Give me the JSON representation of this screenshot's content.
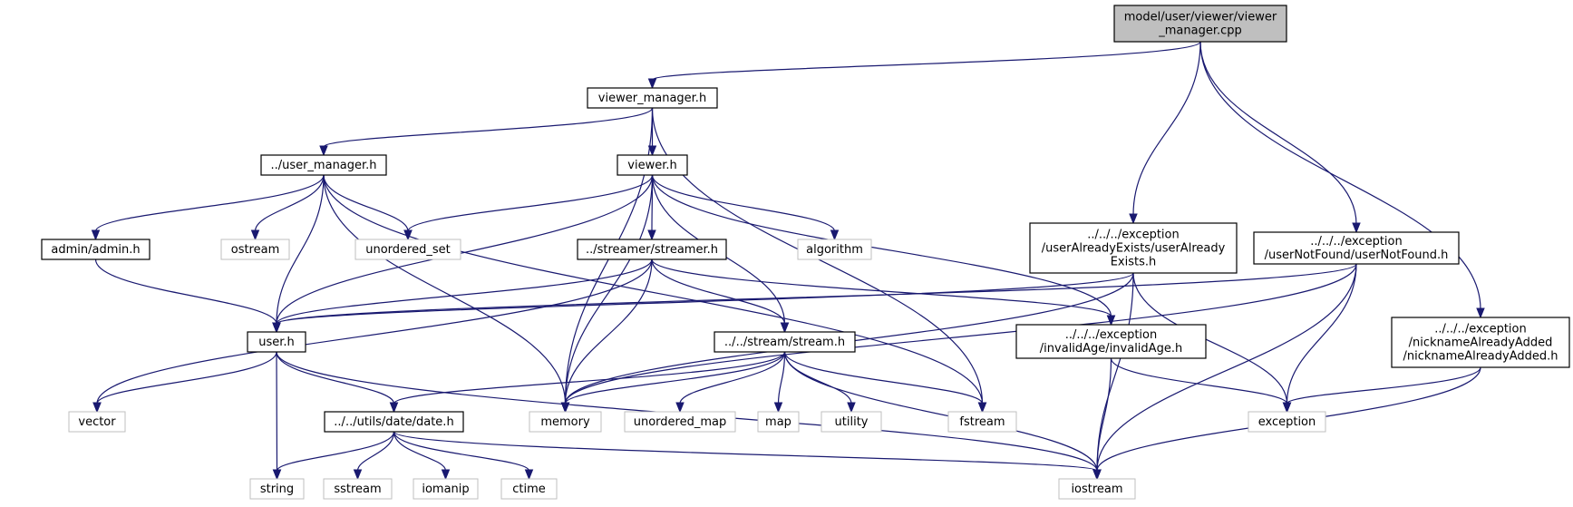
{
  "graph": {
    "title": "model/user/viewer/viewer_manager.cpp",
    "colors": {
      "edge": "#191970",
      "root_fill": "#bfbfbf",
      "system_border": "#bfbfbf",
      "node_border": "#000000"
    },
    "nodes": [
      {
        "id": "root",
        "lines": [
          "model/user/viewer/viewer",
          "_manager.cpp"
        ],
        "kind": "root"
      },
      {
        "id": "viewer_manager_h",
        "lines": [
          "viewer_manager.h"
        ],
        "kind": "file"
      },
      {
        "id": "user_manager_h",
        "lines": [
          "../user_manager.h"
        ],
        "kind": "file"
      },
      {
        "id": "viewer_h",
        "lines": [
          "viewer.h"
        ],
        "kind": "file"
      },
      {
        "id": "uae_h",
        "lines": [
          "../../../exception",
          "/userAlreadyExists/userAlready",
          "Exists.h"
        ],
        "kind": "file"
      },
      {
        "id": "unf_h",
        "lines": [
          "../../../exception",
          "/userNotFound/userNotFound.h"
        ],
        "kind": "file"
      },
      {
        "id": "admin_h",
        "lines": [
          "admin/admin.h"
        ],
        "kind": "file"
      },
      {
        "id": "ostream",
        "lines": [
          "ostream"
        ],
        "kind": "system"
      },
      {
        "id": "unordered_set",
        "lines": [
          "unordered_set"
        ],
        "kind": "system"
      },
      {
        "id": "streamer_h",
        "lines": [
          "../streamer/streamer.h"
        ],
        "kind": "file"
      },
      {
        "id": "algorithm",
        "lines": [
          "algorithm"
        ],
        "kind": "system"
      },
      {
        "id": "naa_h",
        "lines": [
          "../../../exception",
          "/nicknameAlreadyAdded",
          "/nicknameAlreadyAdded.h"
        ],
        "kind": "file"
      },
      {
        "id": "user_h",
        "lines": [
          "user.h"
        ],
        "kind": "file"
      },
      {
        "id": "stream_h",
        "lines": [
          "../../stream/stream.h"
        ],
        "kind": "file"
      },
      {
        "id": "invalidage_h",
        "lines": [
          "../../../exception",
          "/invalidAge/invalidAge.h"
        ],
        "kind": "file"
      },
      {
        "id": "vector",
        "lines": [
          "vector"
        ],
        "kind": "system"
      },
      {
        "id": "date_h",
        "lines": [
          "../../utils/date/date.h"
        ],
        "kind": "file"
      },
      {
        "id": "memory",
        "lines": [
          "memory"
        ],
        "kind": "system"
      },
      {
        "id": "unordered_map",
        "lines": [
          "unordered_map"
        ],
        "kind": "system"
      },
      {
        "id": "map",
        "lines": [
          "map"
        ],
        "kind": "system"
      },
      {
        "id": "utility",
        "lines": [
          "utility"
        ],
        "kind": "system"
      },
      {
        "id": "fstream",
        "lines": [
          "fstream"
        ],
        "kind": "system"
      },
      {
        "id": "exception",
        "lines": [
          "exception"
        ],
        "kind": "system"
      },
      {
        "id": "string",
        "lines": [
          "string"
        ],
        "kind": "system"
      },
      {
        "id": "sstream",
        "lines": [
          "sstream"
        ],
        "kind": "system"
      },
      {
        "id": "iomanip",
        "lines": [
          "iomanip"
        ],
        "kind": "system"
      },
      {
        "id": "ctime",
        "lines": [
          "ctime"
        ],
        "kind": "system"
      },
      {
        "id": "iostream",
        "lines": [
          "iostream"
        ],
        "kind": "system"
      }
    ],
    "edges": [
      [
        "root",
        "viewer_manager_h"
      ],
      [
        "root",
        "uae_h"
      ],
      [
        "root",
        "unf_h"
      ],
      [
        "root",
        "naa_h"
      ],
      [
        "viewer_manager_h",
        "user_manager_h"
      ],
      [
        "viewer_manager_h",
        "viewer_h"
      ],
      [
        "viewer_manager_h",
        "memory"
      ],
      [
        "viewer_manager_h",
        "fstream"
      ],
      [
        "user_manager_h",
        "admin_h"
      ],
      [
        "user_manager_h",
        "user_h"
      ],
      [
        "user_manager_h",
        "ostream"
      ],
      [
        "user_manager_h",
        "unordered_set"
      ],
      [
        "user_manager_h",
        "memory"
      ],
      [
        "user_manager_h",
        "fstream"
      ],
      [
        "admin_h",
        "user_h"
      ],
      [
        "user_h",
        "vector"
      ],
      [
        "user_h",
        "string"
      ],
      [
        "user_h",
        "date_h"
      ],
      [
        "user_h",
        "iostream"
      ],
      [
        "viewer_h",
        "user_h"
      ],
      [
        "viewer_h",
        "unordered_set"
      ],
      [
        "viewer_h",
        "streamer_h"
      ],
      [
        "viewer_h",
        "algorithm"
      ],
      [
        "viewer_h",
        "memory"
      ],
      [
        "viewer_h",
        "stream_h"
      ],
      [
        "viewer_h",
        "invalidage_h"
      ],
      [
        "streamer_h",
        "user_h"
      ],
      [
        "streamer_h",
        "vector"
      ],
      [
        "streamer_h",
        "memory"
      ],
      [
        "streamer_h",
        "stream_h"
      ],
      [
        "streamer_h",
        "invalidage_h"
      ],
      [
        "stream_h",
        "date_h"
      ],
      [
        "stream_h",
        "memory"
      ],
      [
        "stream_h",
        "unordered_map"
      ],
      [
        "stream_h",
        "map"
      ],
      [
        "stream_h",
        "utility"
      ],
      [
        "stream_h",
        "fstream"
      ],
      [
        "stream_h",
        "iostream"
      ],
      [
        "date_h",
        "string"
      ],
      [
        "date_h",
        "sstream"
      ],
      [
        "date_h",
        "iomanip"
      ],
      [
        "date_h",
        "ctime"
      ],
      [
        "date_h",
        "iostream"
      ],
      [
        "invalidage_h",
        "exception"
      ],
      [
        "invalidage_h",
        "iostream"
      ],
      [
        "uae_h",
        "user_h"
      ],
      [
        "uae_h",
        "memory"
      ],
      [
        "uae_h",
        "exception"
      ],
      [
        "uae_h",
        "iostream"
      ],
      [
        "unf_h",
        "user_h"
      ],
      [
        "unf_h",
        "memory"
      ],
      [
        "unf_h",
        "exception"
      ],
      [
        "unf_h",
        "iostream"
      ],
      [
        "naa_h",
        "exception"
      ],
      [
        "naa_h",
        "iostream"
      ]
    ]
  }
}
